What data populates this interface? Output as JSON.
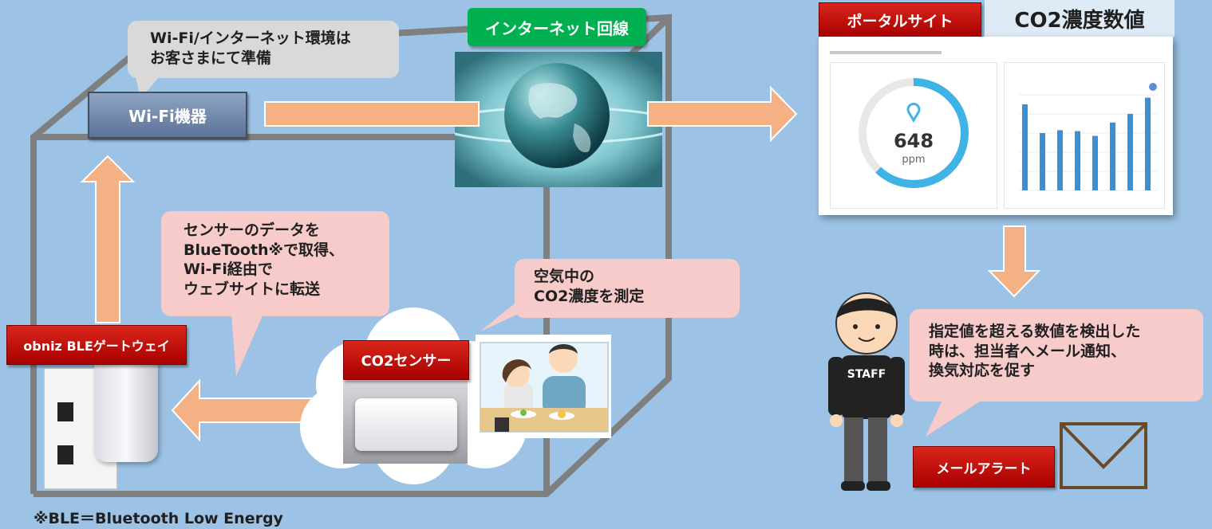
{
  "internet_label": "インターネット回線",
  "wifi_note": [
    "Wi-Fi/インターネット環境は",
    "お客さまにて準備"
  ],
  "wifi_device_label": "Wi-Fi機器",
  "sensor_note": [
    "センサーのデータを",
    "BlueTooth※で取得、",
    "Wi-Fi経由で",
    "ウェブサイトに転送"
  ],
  "air_note": [
    "空気中の",
    "CO2濃度を測定"
  ],
  "gateway_label": "obniz BLEゲートウェイ",
  "co2_sensor_label": "CO2センサー",
  "portal_label": "ポータルサイト",
  "co2_value_title": "CO2濃度数値",
  "dashboard": {
    "gauge_value": "648",
    "gauge_unit": "ppm",
    "bar_values": [
      0.9,
      0.6,
      0.63,
      0.62,
      0.57,
      0.71,
      0.8,
      0.97
    ]
  },
  "staff_shirt": "STAFF",
  "alert_note": [
    "指定値を超える数値を検出した",
    "時は、担当者へメール通知、",
    "換気対応を促す"
  ],
  "mail_alert_label": "メールアラート",
  "footnote": "※BLE＝Bluetooth Low Energy",
  "colors": {
    "background": "#9cc2e5",
    "arrow_fill": "#f4b183",
    "arrow_stroke": "#ffffff",
    "red_tag": "#c00000",
    "green_tag": "#00b050"
  }
}
